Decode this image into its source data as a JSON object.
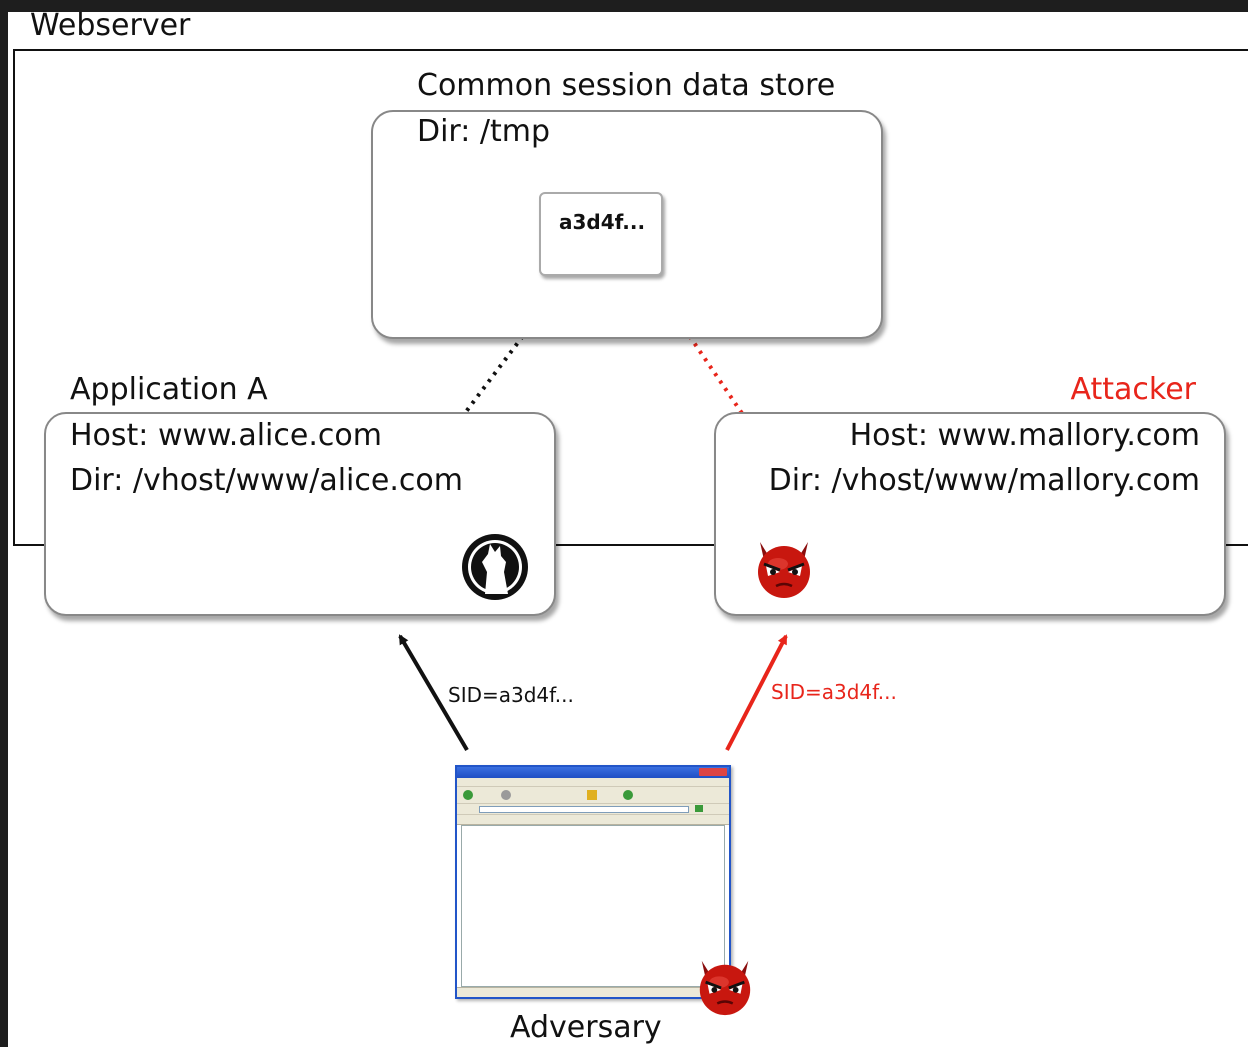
{
  "webserver": {
    "label": "Webserver"
  },
  "store": {
    "title": "Common session data store",
    "dir": "Dir: /tmp",
    "session_id": "a3d4f..."
  },
  "app_a": {
    "title": "Application A",
    "host": "Host: www.alice.com",
    "dir": "Dir: /vhost/www/alice.com",
    "icon": "wolf-logo-icon"
  },
  "attacker": {
    "title": "Attacker",
    "host": "Host: www.mallory.com",
    "dir": "Dir: /vhost/www/mallory.com",
    "icon": "devil-icon"
  },
  "requests": {
    "to_app_a": "SID=a3d4f...",
    "to_attacker": "SID=a3d4f..."
  },
  "adversary": {
    "label": "Adversary",
    "icon": "devil-icon",
    "browser_icon": "browser-window-icon"
  },
  "colors": {
    "attacker_red": "#e8251b",
    "ink": "#111111",
    "box_border": "#888888",
    "page_bg": "#1e1e1e"
  }
}
